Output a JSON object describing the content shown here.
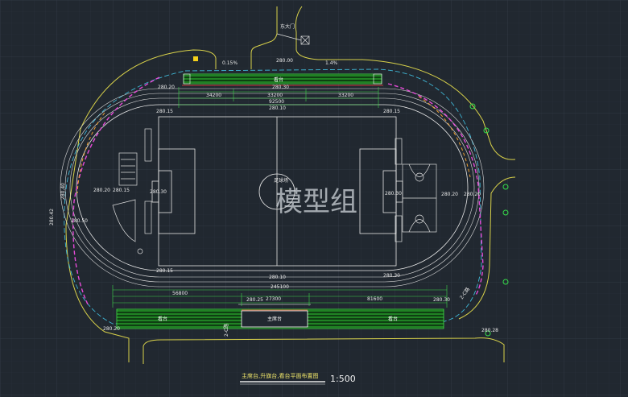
{
  "watermark": "模型组",
  "gate_label": "东大门",
  "slope_top_left": "0.15%",
  "slope_top_right": "1.4%",
  "stand_north_label": "看台",
  "stand_south_left": "看台",
  "stand_south_right": "看台",
  "podium_label": "主席台",
  "field_center_label": "足球场",
  "elevations": {
    "top_entry": "280.00",
    "north_stand_left": "280.20",
    "north_stand_center": "280.30",
    "track_nw": "280.15",
    "track_n_center": "280.10",
    "track_ne": "280.15",
    "west_track": "280.20",
    "west_inner": "280.15",
    "west_goal": "280.30",
    "east_goal": "280.30",
    "east_track": "280.20",
    "east_outer": "280.20",
    "far_west_1": "280.40",
    "far_west_2": "280.42",
    "far_west_3": "280.50",
    "track_sw": "280.15",
    "track_s_center": "280.10",
    "track_se": "280.30",
    "south_stand": "280.25",
    "south_se": "280.30",
    "sw_corner": "280.20",
    "se_corner": "280.28"
  },
  "dims_north": [
    "34200",
    "33200",
    "33200",
    "92500"
  ],
  "dims_south": [
    "245100",
    "56800",
    "27300",
    "81600"
  ],
  "road_right": "2-C路",
  "road_bottom": "2-C路",
  "title": "主席台,升旗台,看台平面布置图",
  "scale": "1:500"
}
